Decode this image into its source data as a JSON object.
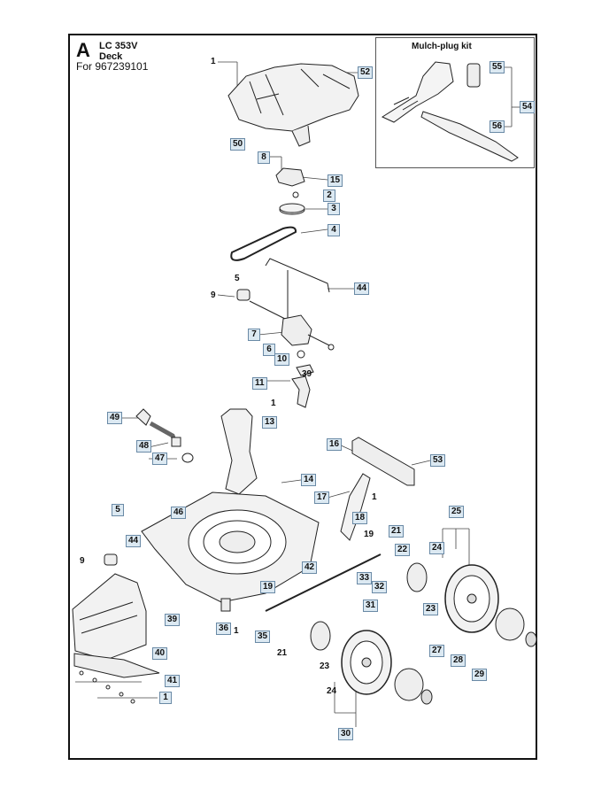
{
  "header": {
    "section_letter": "A",
    "model": "LC 353V",
    "assembly": "Deck",
    "for_line": "For 967239101"
  },
  "mulch_kit": {
    "title": "Mulch-plug kit"
  },
  "callouts": [
    {
      "id": "c52",
      "label": "52"
    },
    {
      "id": "c50",
      "label": "50"
    },
    {
      "id": "c15",
      "label": "15"
    },
    {
      "id": "c2",
      "label": "2"
    },
    {
      "id": "c3",
      "label": "3"
    },
    {
      "id": "c4",
      "label": "4"
    },
    {
      "id": "c8",
      "label": "8"
    },
    {
      "id": "c5a",
      "label": "5"
    },
    {
      "id": "c44a",
      "label": "44"
    },
    {
      "id": "c7",
      "label": "7"
    },
    {
      "id": "c6",
      "label": "6"
    },
    {
      "id": "c10",
      "label": "10"
    },
    {
      "id": "c11",
      "label": "11"
    },
    {
      "id": "c13",
      "label": "13"
    },
    {
      "id": "c49",
      "label": "49"
    },
    {
      "id": "c48",
      "label": "48"
    },
    {
      "id": "c47",
      "label": "47"
    },
    {
      "id": "c16",
      "label": "16"
    },
    {
      "id": "c53",
      "label": "53"
    },
    {
      "id": "c14",
      "label": "14"
    },
    {
      "id": "c17",
      "label": "17"
    },
    {
      "id": "c5b",
      "label": "5"
    },
    {
      "id": "c46",
      "label": "46"
    },
    {
      "id": "c44b",
      "label": "44"
    },
    {
      "id": "c18",
      "label": "18"
    },
    {
      "id": "c21a",
      "label": "21"
    },
    {
      "id": "c22",
      "label": "22"
    },
    {
      "id": "c25",
      "label": "25"
    },
    {
      "id": "c24a",
      "label": "24"
    },
    {
      "id": "c42",
      "label": "42"
    },
    {
      "id": "c33",
      "label": "33"
    },
    {
      "id": "c32",
      "label": "32"
    },
    {
      "id": "c23a",
      "label": "23"
    },
    {
      "id": "c19b",
      "label": "19"
    },
    {
      "id": "c31",
      "label": "31"
    },
    {
      "id": "c39b",
      "label": "39"
    },
    {
      "id": "c36",
      "label": "36"
    },
    {
      "id": "c35",
      "label": "35"
    },
    {
      "id": "c40",
      "label": "40"
    },
    {
      "id": "c41",
      "label": "41"
    },
    {
      "id": "c1b",
      "label": "1"
    },
    {
      "id": "c27",
      "label": "27"
    },
    {
      "id": "c28",
      "label": "28"
    },
    {
      "id": "c29",
      "label": "29"
    },
    {
      "id": "c30",
      "label": "30"
    },
    {
      "id": "c55",
      "label": "55"
    },
    {
      "id": "c54",
      "label": "54"
    },
    {
      "id": "c56",
      "label": "56"
    }
  ],
  "plain_labels": [
    {
      "id": "p1a",
      "label": "1"
    },
    {
      "id": "p9a",
      "label": "9"
    },
    {
      "id": "p39a",
      "label": "39"
    },
    {
      "id": "p1c",
      "label": "1"
    },
    {
      "id": "p19a",
      "label": "19"
    },
    {
      "id": "p1d",
      "label": "1"
    },
    {
      "id": "p9b",
      "label": "9"
    },
    {
      "id": "p1e",
      "label": "1"
    },
    {
      "id": "p21b",
      "label": "21"
    },
    {
      "id": "p23b",
      "label": "23"
    },
    {
      "id": "p24b",
      "label": "24"
    },
    {
      "id": "p5c",
      "label": "5"
    }
  ]
}
